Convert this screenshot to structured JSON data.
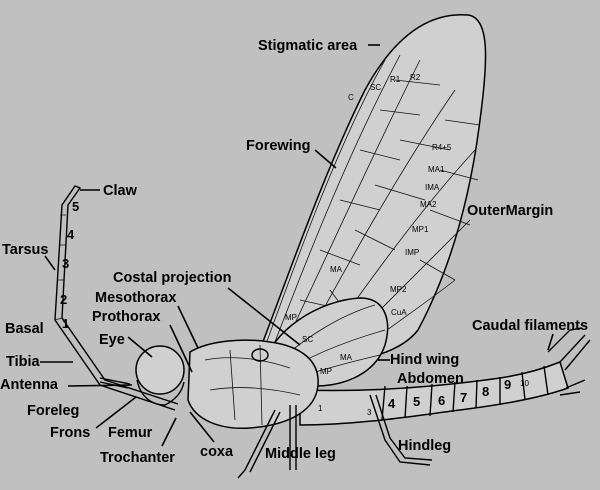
{
  "labels": {
    "stigmatic_area": "Stigmatic area",
    "forewing": "Forewing",
    "claw": "Claw",
    "tarsus": "Tarsus",
    "costal_projection": "Costal projection",
    "mesothorax": "Mesothorax",
    "prothorax": "Prothorax",
    "basal": "Basal",
    "eye": "Eye",
    "tibia": "Tibia",
    "antenna": "Antenna",
    "foreleg": "Foreleg",
    "frons": "Frons",
    "femur": "Femur",
    "trochanter": "Trochanter",
    "coxa": "coxa",
    "middle_leg": "Middle leg",
    "outer_margin": "OuterMargin",
    "caudal_filaments": "Caudal filaments",
    "hind_wing": "Hind wing",
    "abdomen": "Abdomen",
    "hindleg": "Hindleg"
  },
  "tarsal_segments": [
    "5",
    "4",
    "3",
    "2",
    "1"
  ],
  "abdominal_segments": [
    "1",
    "3",
    "4",
    "5",
    "6",
    "7",
    "8",
    "9",
    "10"
  ],
  "veins": [
    "C",
    "SC",
    "R1",
    "R2",
    "R4+5",
    "MA1",
    "IMA",
    "MA2",
    "MP1",
    "IMP",
    "MA",
    "MP2",
    "CuA",
    "MP",
    "SC",
    "MA",
    "MP"
  ]
}
